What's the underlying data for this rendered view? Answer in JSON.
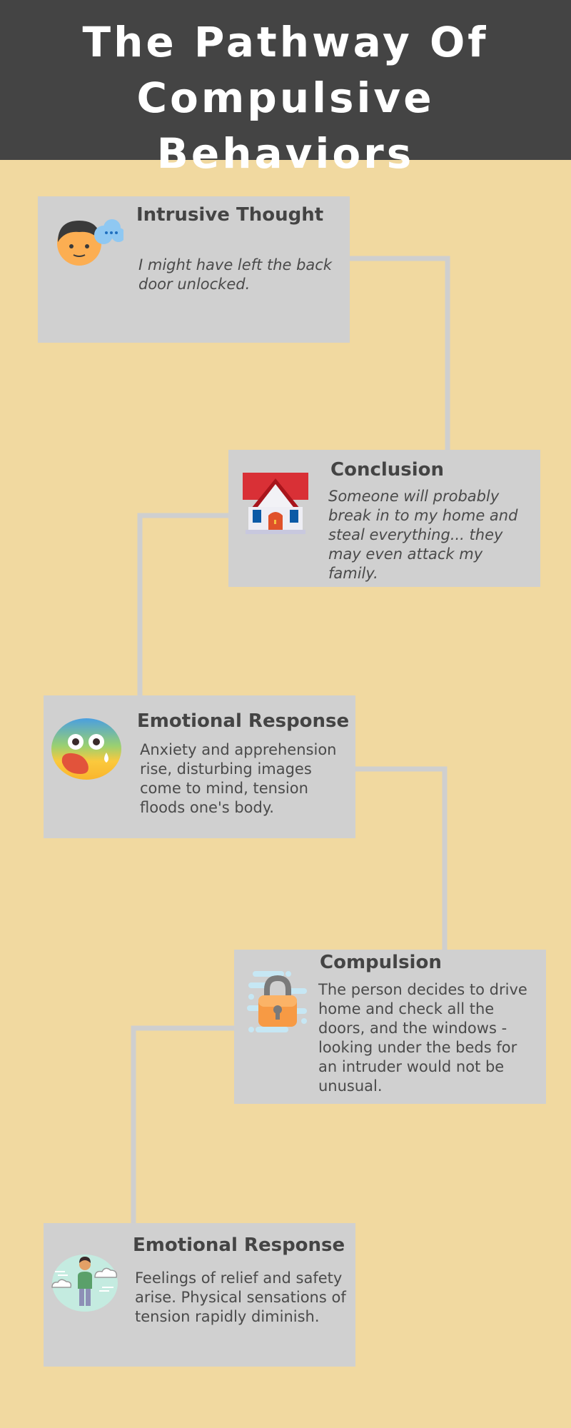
{
  "header": {
    "title_line1": "The Pathway Of",
    "title_line2": "Compulsive Behaviors"
  },
  "steps": [
    {
      "title": "Intrusive Thought",
      "text": "I might have left the back door unlocked.",
      "icon": "thinking-person-icon"
    },
    {
      "title": "Conclusion",
      "text": "Someone will probably break in to my home and steal everything... they may even attack my family.",
      "icon": "house-icon"
    },
    {
      "title": "Emotional Response",
      "text": "Anxiety and apprehension rise, disturbing images come to mind, tension floods one's body.",
      "icon": "fearful-face-icon"
    },
    {
      "title": "Compulsion",
      "text": "The person decides to drive home and check all the doors, and the windows - looking under the beds for an intruder would not be unusual.",
      "icon": "padlock-icon"
    },
    {
      "title": "Emotional Response",
      "text": "Feelings of relief and safety arise. Physical sensations of tension rapidly diminish.",
      "icon": "relieved-person-icon"
    }
  ],
  "colors": {
    "background": "#f1d9a0",
    "header": "#444444",
    "card": "#d0d0d0",
    "connector": "#cfcfcf",
    "text": "#444444"
  }
}
